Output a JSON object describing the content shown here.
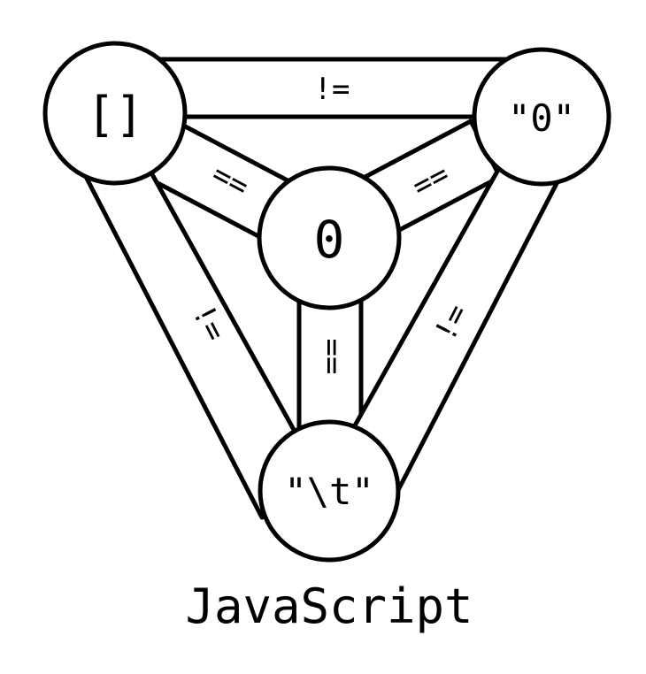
{
  "nodes": {
    "empty_array": "[]",
    "string_zero": "\"0\"",
    "zero": "0",
    "tab_string": "\"\\t\""
  },
  "edges": {
    "array_to_string_zero": "!=",
    "array_to_zero": "==",
    "string_zero_to_zero": "==",
    "zero_to_tab": "==",
    "array_to_tab": "!=",
    "string_zero_to_tab": "!="
  },
  "caption": "JavaScript",
  "colors": {
    "stroke": "#000000",
    "fill": "#ffffff"
  }
}
